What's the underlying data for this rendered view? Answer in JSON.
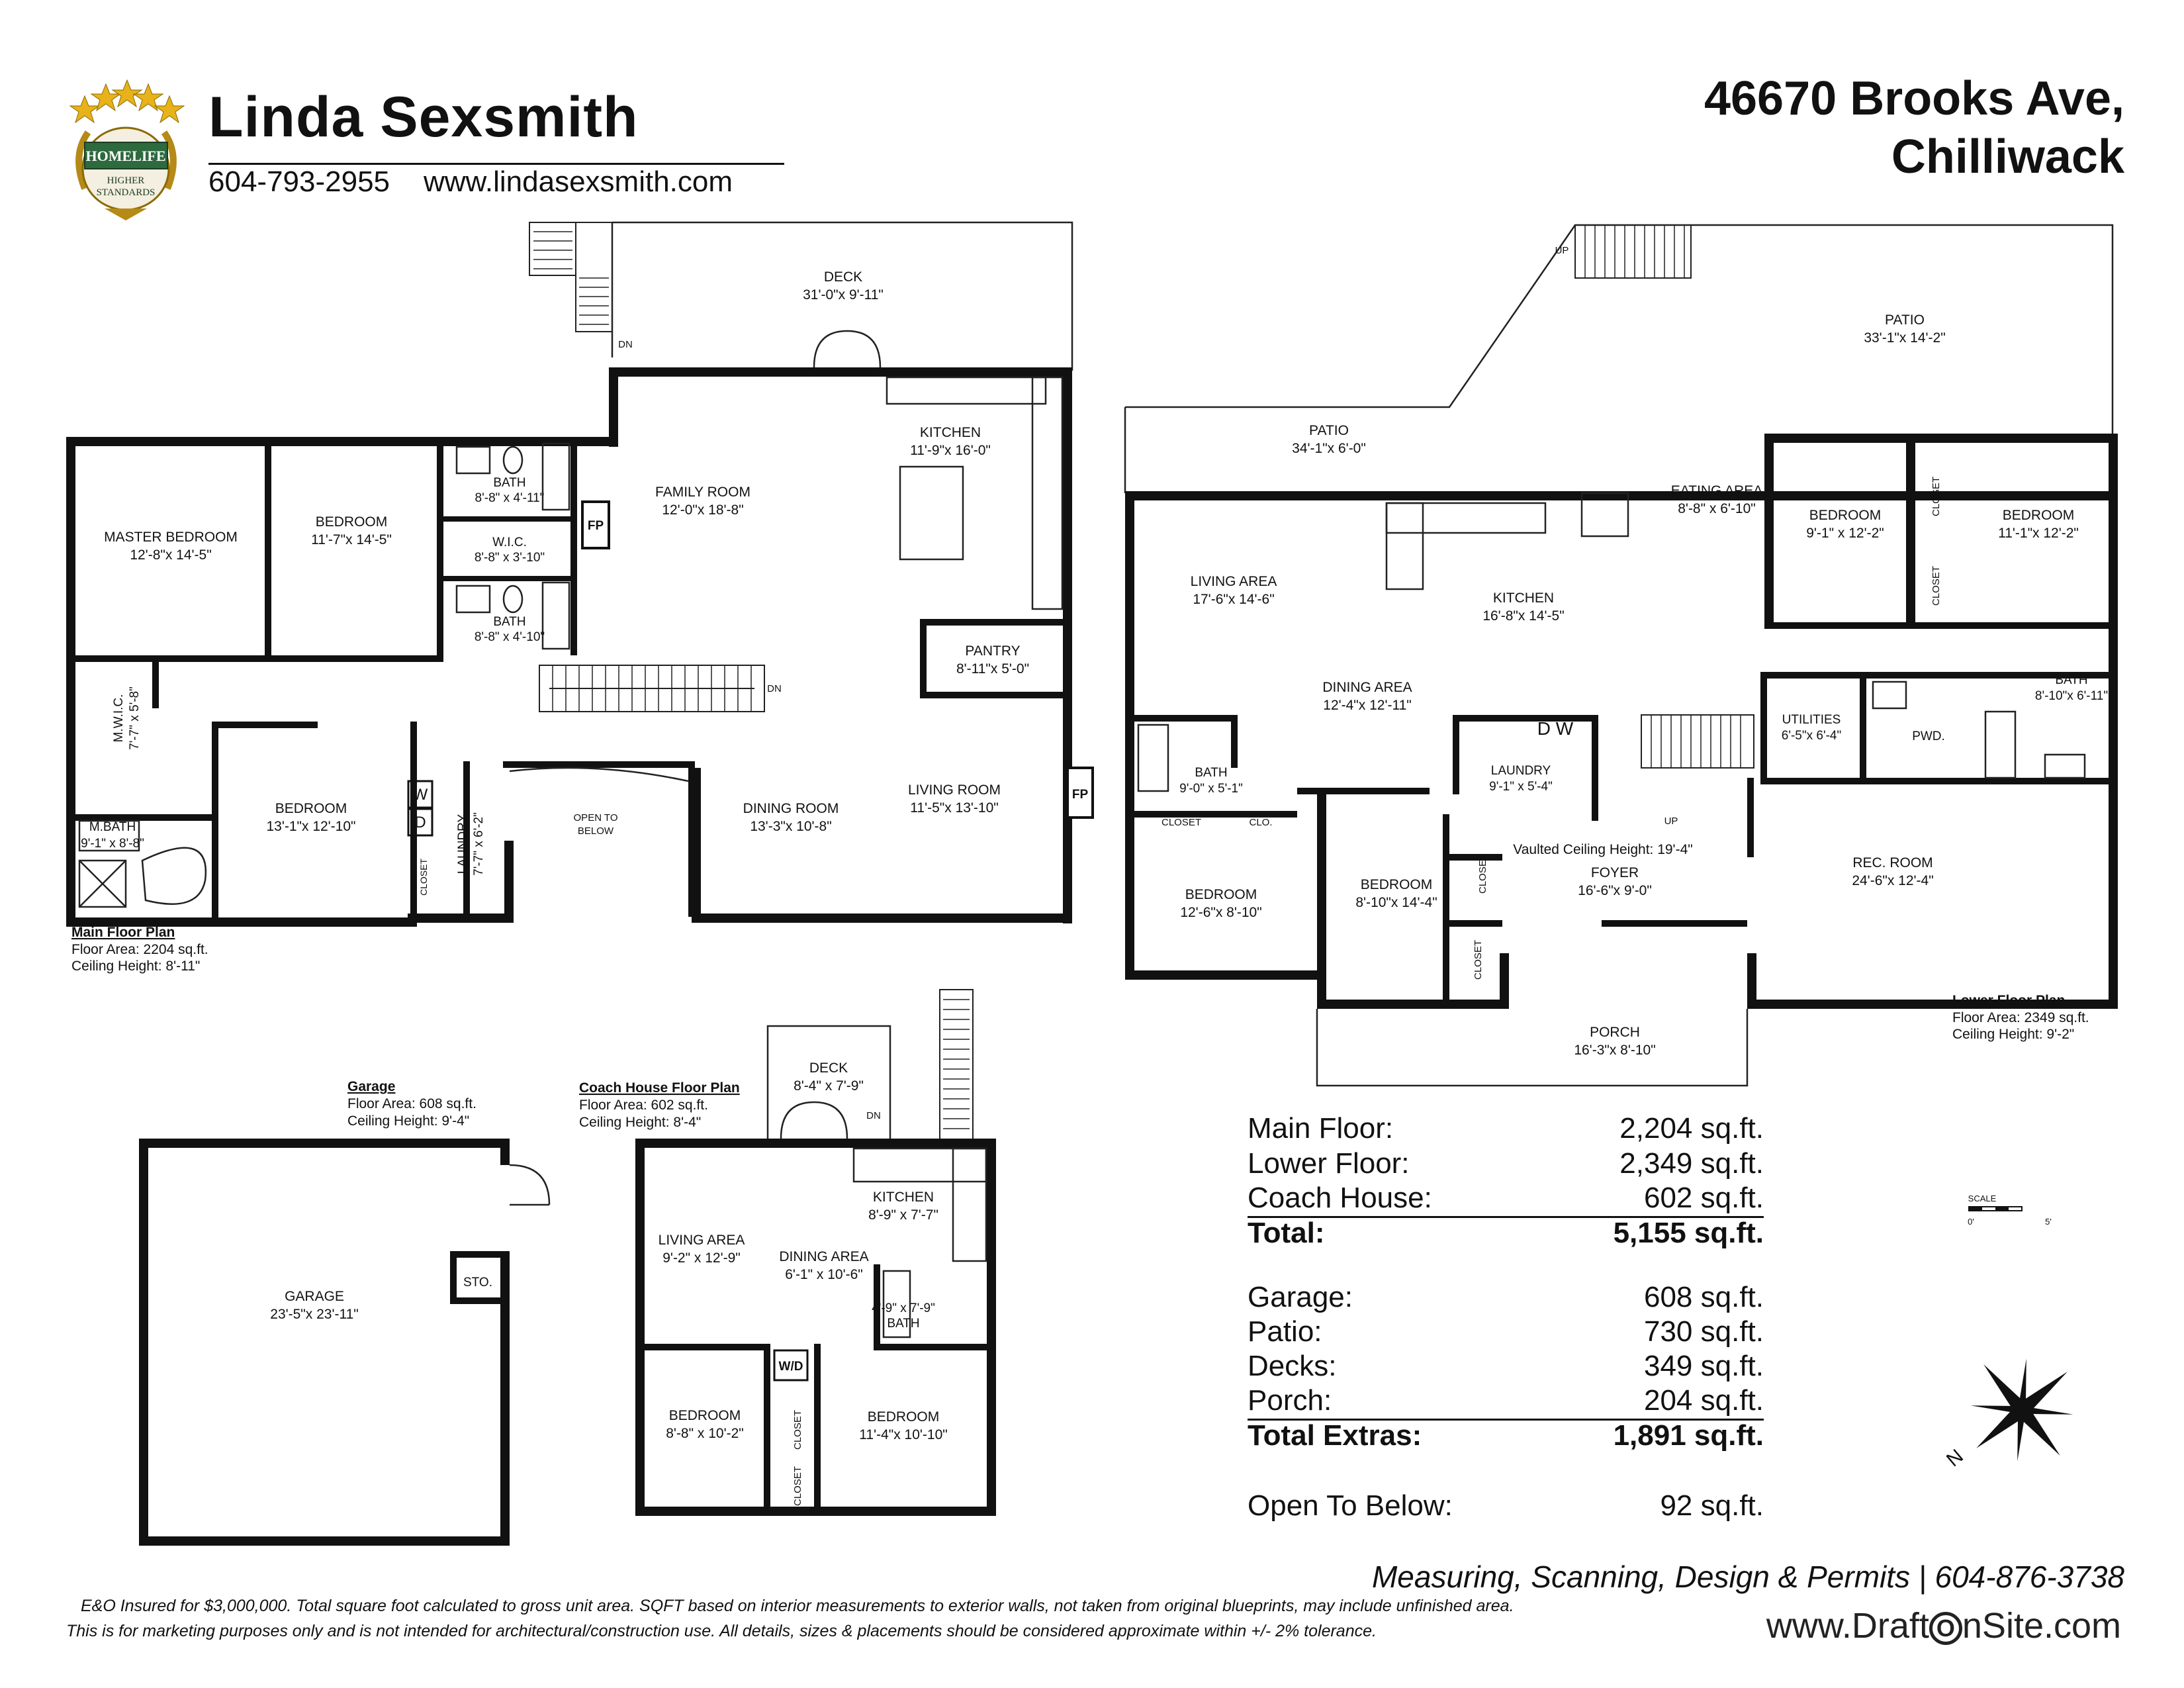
{
  "agent": {
    "name": "Linda Sexsmith",
    "phone": "604-793-2955",
    "website": "www.lindasexsmith.com",
    "logo": {
      "text1": "HOMELIFE",
      "text2": "HIGHER",
      "text3": "STANDARDS",
      "stars": 5
    }
  },
  "address": {
    "line1": "46670 Brooks Ave,",
    "line2": "Chilliwack"
  },
  "main_floor": {
    "caption": "Main Floor Plan",
    "area": "Floor Area: 2204 sq.ft.",
    "ceiling": "Ceiling Height: 8'-11\"",
    "rooms": [
      {
        "name": "DECK",
        "dim": "31'-0\"x 9'-11\""
      },
      {
        "name": "KITCHEN",
        "dim": "11'-9\"x 16'-0\""
      },
      {
        "name": "FAMILY ROOM",
        "dim": "12'-0\"x 18'-8\""
      },
      {
        "name": "MASTER BEDROOM",
        "dim": "12'-8\"x 14'-5\""
      },
      {
        "name": "BEDROOM",
        "dim": "11'-7\"x 14'-5\""
      },
      {
        "name": "BATH",
        "dim": "8'-8\" x 4'-11\""
      },
      {
        "name": "W.I.C.",
        "dim": "8'-8\" x 3'-10\""
      },
      {
        "name": "BATH",
        "dim": "8'-8\" x 4'-10\""
      },
      {
        "name": "PANTRY",
        "dim": "8'-11\"x 5'-0\""
      },
      {
        "name": "M.W.I.C.",
        "dim": "7'-7\" x 5'-8\""
      },
      {
        "name": "M.BATH",
        "dim": "9'-1\" x 8'-8\""
      },
      {
        "name": "BEDROOM",
        "dim": "13'-1\"x 12'-10\""
      },
      {
        "name": "LAUNDRY",
        "dim": "7'-7\" x 6'-2\""
      },
      {
        "name": "OPEN TO",
        "dim": "BELOW"
      },
      {
        "name": "DINING ROOM",
        "dim": "13'-3\"x 10'-8\""
      },
      {
        "name": "LIVING ROOM",
        "dim": "11'-5\"x 13'-10\""
      }
    ],
    "marks": {
      "fp": "FP",
      "dn": "DN",
      "closet": "CLOSET",
      "w": "W",
      "d": "D"
    }
  },
  "lower_floor": {
    "caption": "Lower Floor Plan",
    "area": "Floor Area: 2349 sq.ft.",
    "ceiling": "Ceiling Height: 9'-2\"",
    "rooms": [
      {
        "name": "PATIO",
        "dim": "33'-1\"x 14'-2\""
      },
      {
        "name": "PATIO",
        "dim": "34'-1\"x 6'-0\""
      },
      {
        "name": "EATING AREA",
        "dim": "8'-8\" x 6'-10\""
      },
      {
        "name": "BEDROOM",
        "dim": "9'-1\" x 12'-2\""
      },
      {
        "name": "BEDROOM",
        "dim": "11'-1\"x 12'-2\""
      },
      {
        "name": "LIVING AREA",
        "dim": "17'-6\"x 14'-6\""
      },
      {
        "name": "KITCHEN",
        "dim": "16'-8\"x 14'-5\""
      },
      {
        "name": "DINING AREA",
        "dim": "12'-4\"x 12'-11\""
      },
      {
        "name": "UTILITIES",
        "dim": "6'-5\"x 6'-4\""
      },
      {
        "name": "PWD.",
        "dim": ""
      },
      {
        "name": "BATH",
        "dim": "8'-10\"x 6'-11\""
      },
      {
        "name": "BATH",
        "dim": "9'-0\" x 5'-1\""
      },
      {
        "name": "LAUNDRY",
        "dim": "9'-1\" x 5'-4\""
      },
      {
        "name": "BEDROOM",
        "dim": "12'-6\"x 8'-10\""
      },
      {
        "name": "BEDROOM",
        "dim": "8'-10\"x 14'-4\""
      },
      {
        "name": "FOYER",
        "dim": "16'-6\"x 9'-0\""
      },
      {
        "name": "REC. ROOM",
        "dim": "24'-6\"x 12'-4\""
      },
      {
        "name": "PORCH",
        "dim": "16'-3\"x 8'-10\""
      }
    ],
    "vaulted": "Vaulted Ceiling Height: 19'-4\"",
    "marks": {
      "up": "UP",
      "closet": "CLOSET",
      "clo": "CLO.",
      "dw": "D W"
    }
  },
  "garage": {
    "caption": "Garage",
    "area": "Floor Area: 608 sq.ft.",
    "ceiling": "Ceiling Height: 9'-4\"",
    "rooms": [
      {
        "name": "GARAGE",
        "dim": "23'-5\"x 23'-11\""
      },
      {
        "name": "STO.",
        "dim": ""
      }
    ]
  },
  "coach_house": {
    "caption": "Coach House Floor Plan",
    "area": "Floor Area: 602 sq.ft.",
    "ceiling": "Ceiling Height: 8'-4\"",
    "rooms": [
      {
        "name": "DECK",
        "dim": "8'-4\" x 7'-9\""
      },
      {
        "name": "KITCHEN",
        "dim": "8'-9\" x 7'-7\""
      },
      {
        "name": "LIVING AREA",
        "dim": "9'-2\" x 12'-9\""
      },
      {
        "name": "DINING AREA",
        "dim": "6'-1\" x 10'-6\""
      },
      {
        "name": "BATH",
        "dim": "4'-9\" x 7'-9\""
      },
      {
        "name": "BEDROOM",
        "dim": "8'-8\" x 10'-2\""
      },
      {
        "name": "BEDROOM",
        "dim": "11'-4\"x 10'-10\""
      }
    ],
    "marks": {
      "wd": "W/D",
      "closet": "CLOSET",
      "dn": "DN"
    }
  },
  "summary": {
    "rows": [
      {
        "label": "Main Floor:",
        "value": "2,204 sq.ft."
      },
      {
        "label": "Lower Floor:",
        "value": "2,349 sq.ft."
      },
      {
        "label": "Coach House:",
        "value": "602 sq.ft."
      }
    ],
    "total": {
      "label": "Total:",
      "value": "5,155 sq.ft."
    },
    "extras": [
      {
        "label": "Garage:",
        "value": "608 sq.ft."
      },
      {
        "label": "Patio:",
        "value": "730 sq.ft."
      },
      {
        "label": "Decks:",
        "value": "349 sq.ft."
      },
      {
        "label": "Porch:",
        "value": "204 sq.ft."
      }
    ],
    "total_extras": {
      "label": "Total Extras:",
      "value": "1,891 sq.ft."
    },
    "open_below": {
      "label": "Open To Below:",
      "value": "92 sq.ft."
    }
  },
  "scale": {
    "label": "SCALE",
    "min": "0'",
    "max": "5'"
  },
  "compass": {
    "label": "N"
  },
  "footer": {
    "services": "Measuring, Scanning, Design & Permits | 604-876-3738",
    "disclaimer1": "E&O Insured for $3,000,000.  Total square foot calculated to gross unit area. SQFT based on interior measurements to exterior walls, not taken from original blueprints, may include unfinished area.",
    "disclaimer2": "This is for marketing purposes only and is not intended for architectural/construction use.  All details, sizes & placements should be considered approximate within +/- 2%  tolerance.",
    "website_pre": "www.Draft",
    "website_o": "O",
    "website_post": "nSite.com"
  }
}
